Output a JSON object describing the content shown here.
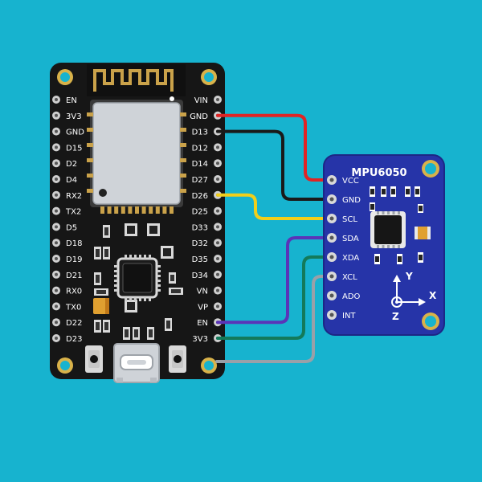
{
  "colors": {
    "background": "#17b3cf",
    "board": "#161616",
    "module": "#2634a8",
    "module_edge": "#1c2785",
    "wire_vcc": "#e12424",
    "wire_gnd": "#1a1a1a",
    "wire_scl": "#f2cf1a",
    "wire_sda": "#5a34b8",
    "wire_xda": "#137a5a",
    "wire_xcl": "#9aa0a8",
    "gold": "#caa24a",
    "chip_silver": "#cfd3d8"
  },
  "board": {
    "left_pins": [
      "EN",
      "3V3",
      "GND",
      "D15",
      "D2",
      "D4",
      "RX2",
      "TX2",
      "D5",
      "D18",
      "D19",
      "D21",
      "RX0",
      "TX0",
      "D22",
      "D23"
    ],
    "right_pins": [
      "VIN",
      "GND",
      "D13",
      "D12",
      "D14",
      "D27",
      "D26",
      "D25",
      "D33",
      "D32",
      "D35",
      "D34",
      "VN",
      "VP",
      "EN",
      "3V3"
    ]
  },
  "sensor": {
    "title": "MPU6050",
    "pins": [
      "VCC",
      "GND",
      "SCL",
      "SDA",
      "XDA",
      "XCL",
      "ADO",
      "INT"
    ],
    "axis_x": "X",
    "axis_y": "Y",
    "axis_z": "Z"
  },
  "wires": [
    {
      "from_side": "right",
      "from_index": 1,
      "to_index": 0,
      "color_key": "wire_vcc"
    },
    {
      "from_side": "right",
      "from_index": 2,
      "to_index": 1,
      "color_key": "wire_gnd"
    },
    {
      "from_side": "right",
      "from_index": 6,
      "to_index": 2,
      "color_key": "wire_scl"
    },
    {
      "from_side": "right",
      "from_index": 14,
      "to_index": 3,
      "color_key": "wire_sda"
    },
    {
      "from_side": "right",
      "from_index": 15,
      "to_index": 4,
      "color_key": "wire_xda"
    },
    {
      "from_side": "bottom",
      "from_index": 0,
      "to_index": 5,
      "color_key": "wire_xcl"
    }
  ]
}
